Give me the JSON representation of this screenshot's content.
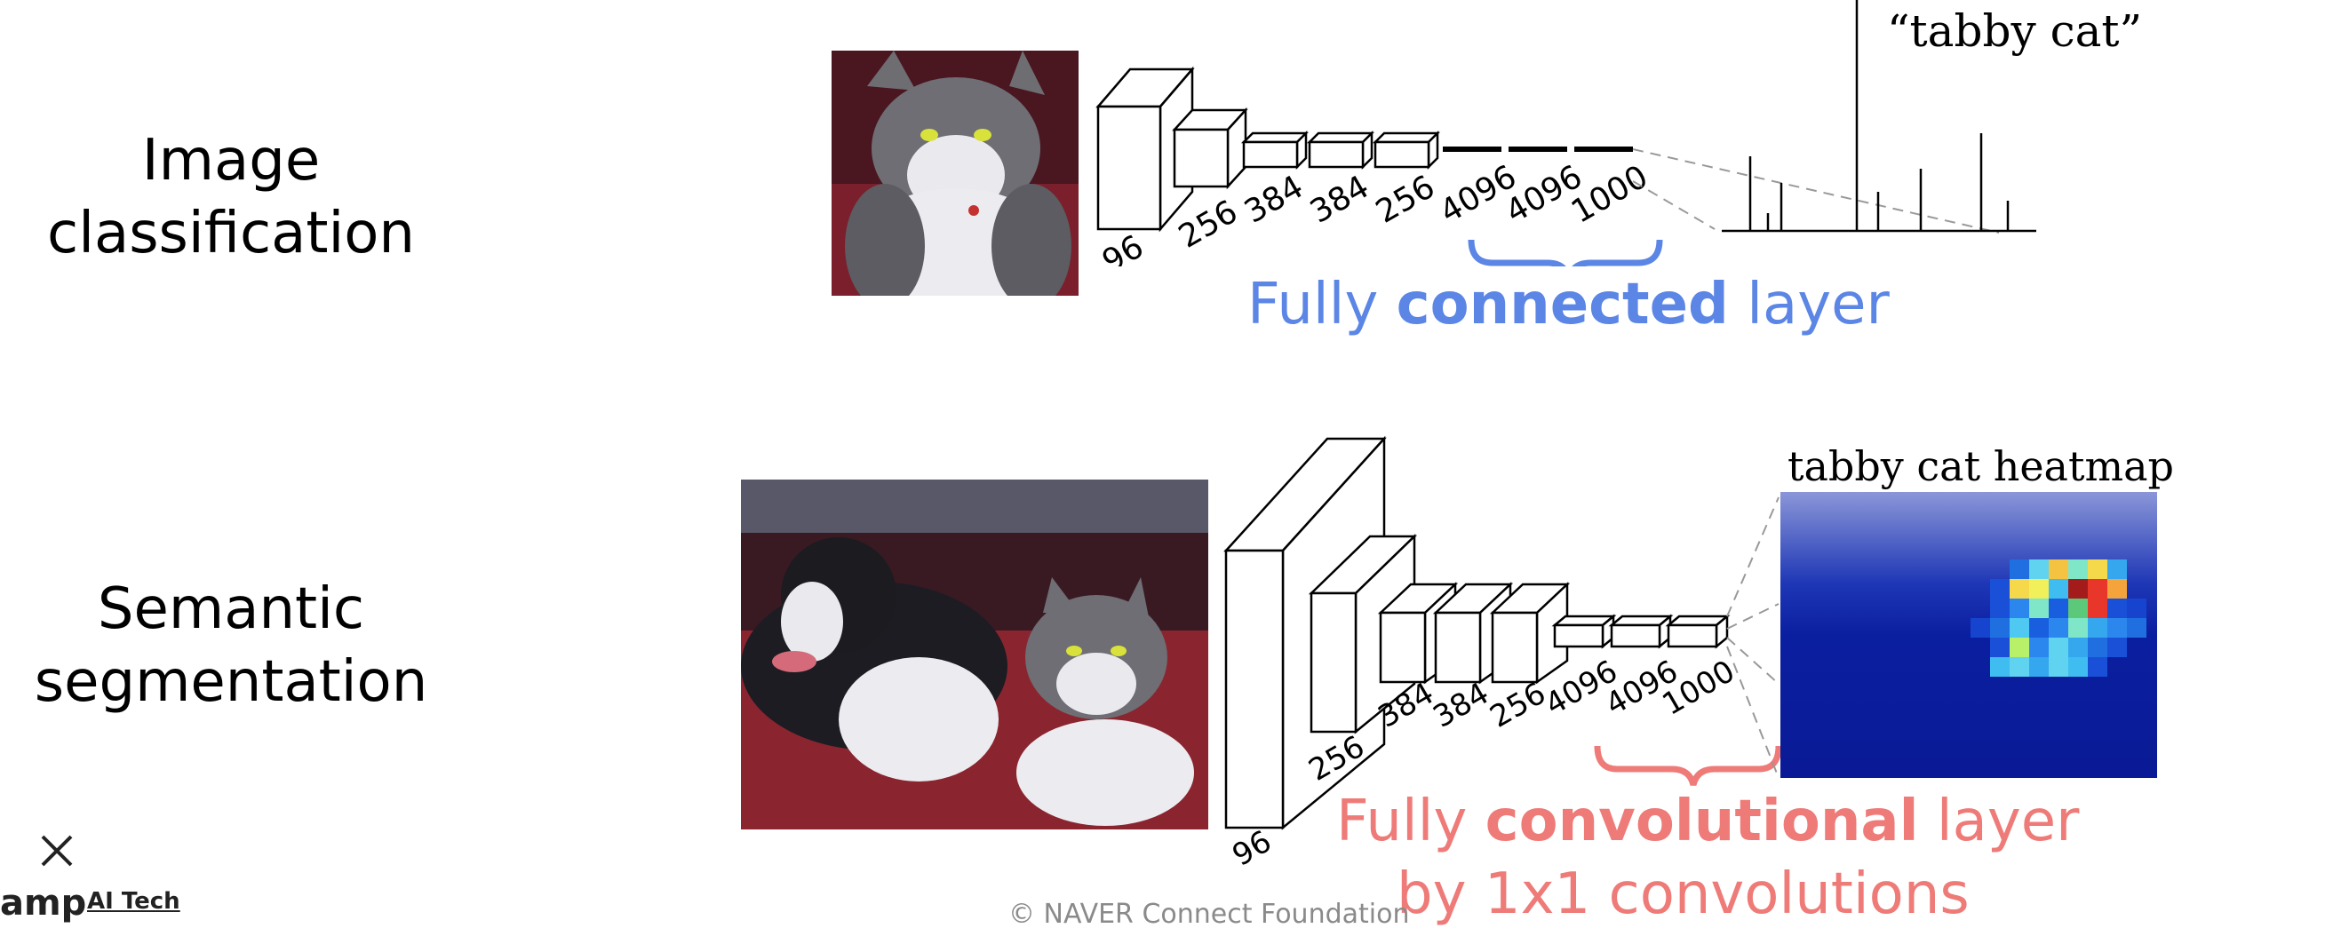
{
  "rows": {
    "classification": {
      "line1": "Image",
      "line2": "classification"
    },
    "segmentation": {
      "line1": "Semantic",
      "line2": "segmentation"
    }
  },
  "classification_net": {
    "layer_labels": [
      "96",
      "256",
      "384",
      "384",
      "256",
      "4096",
      "4096",
      "1000"
    ],
    "output_label": "“tabby cat”",
    "caption_pre": "Fully ",
    "caption_bold": "connected",
    "caption_post": " layer"
  },
  "segmentation_net": {
    "layer_labels": [
      "96",
      "256",
      "384",
      "384",
      "256",
      "4096",
      "4096",
      "1000"
    ],
    "heatmap_title": "tabby cat heatmap",
    "caption_pre": "Fully ",
    "caption_bold": "convolutional",
    "caption_post": " layer",
    "caption_line2": "by 1x1 convolutions"
  },
  "footer": {
    "copyright_text": "©  NAVER Connect Foundation",
    "brand": "amp",
    "brand_sub": "AI Tech"
  },
  "colors": {
    "blue_caption": "#5b86e5",
    "red_caption": "#ee7b78",
    "heatmap_bg": "#0a1fa0"
  }
}
